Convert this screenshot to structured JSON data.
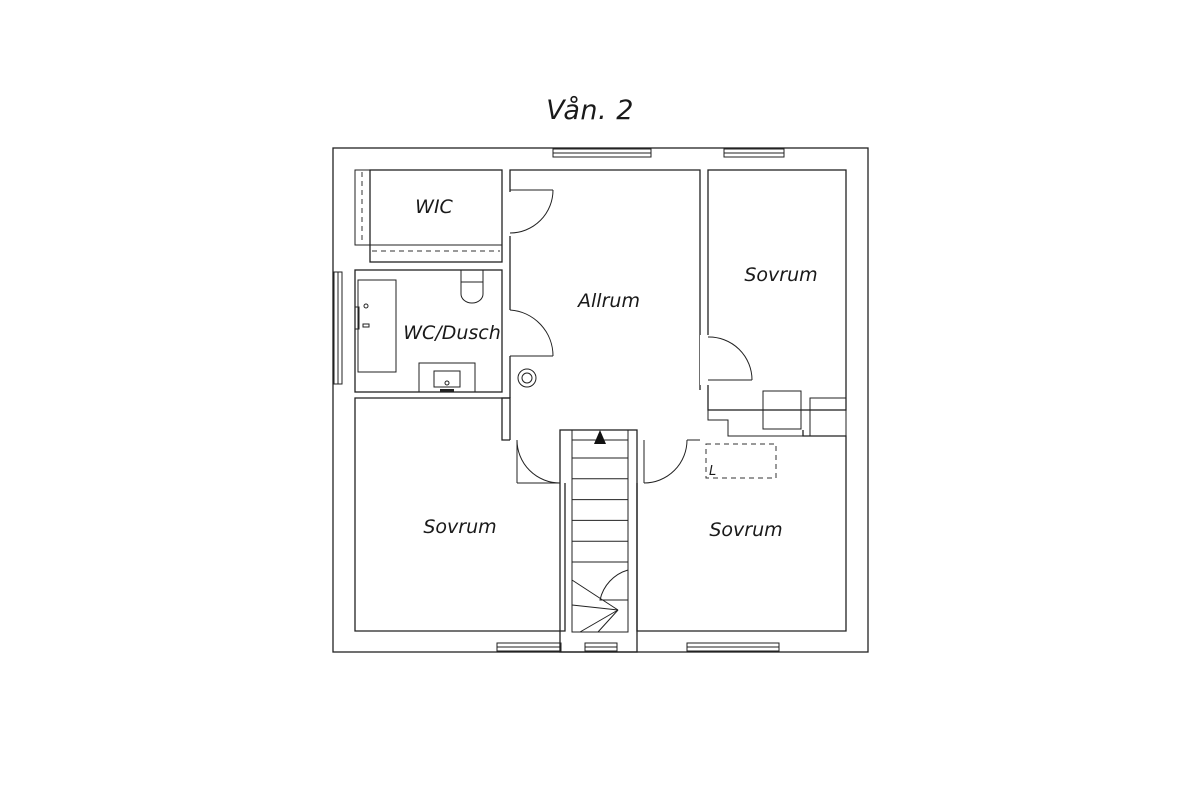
{
  "plan": {
    "title": "Vån. 2",
    "rooms": {
      "wic": "WIC",
      "wc_dusch": "WC/Dusch",
      "allrum": "Allrum",
      "sovrum_ne": "Sovrum",
      "sovrum_sw": "Sovrum",
      "sovrum_se": "Sovrum"
    },
    "hatch_label": "L"
  },
  "colors": {
    "line": "#222222",
    "background": "#ffffff"
  }
}
